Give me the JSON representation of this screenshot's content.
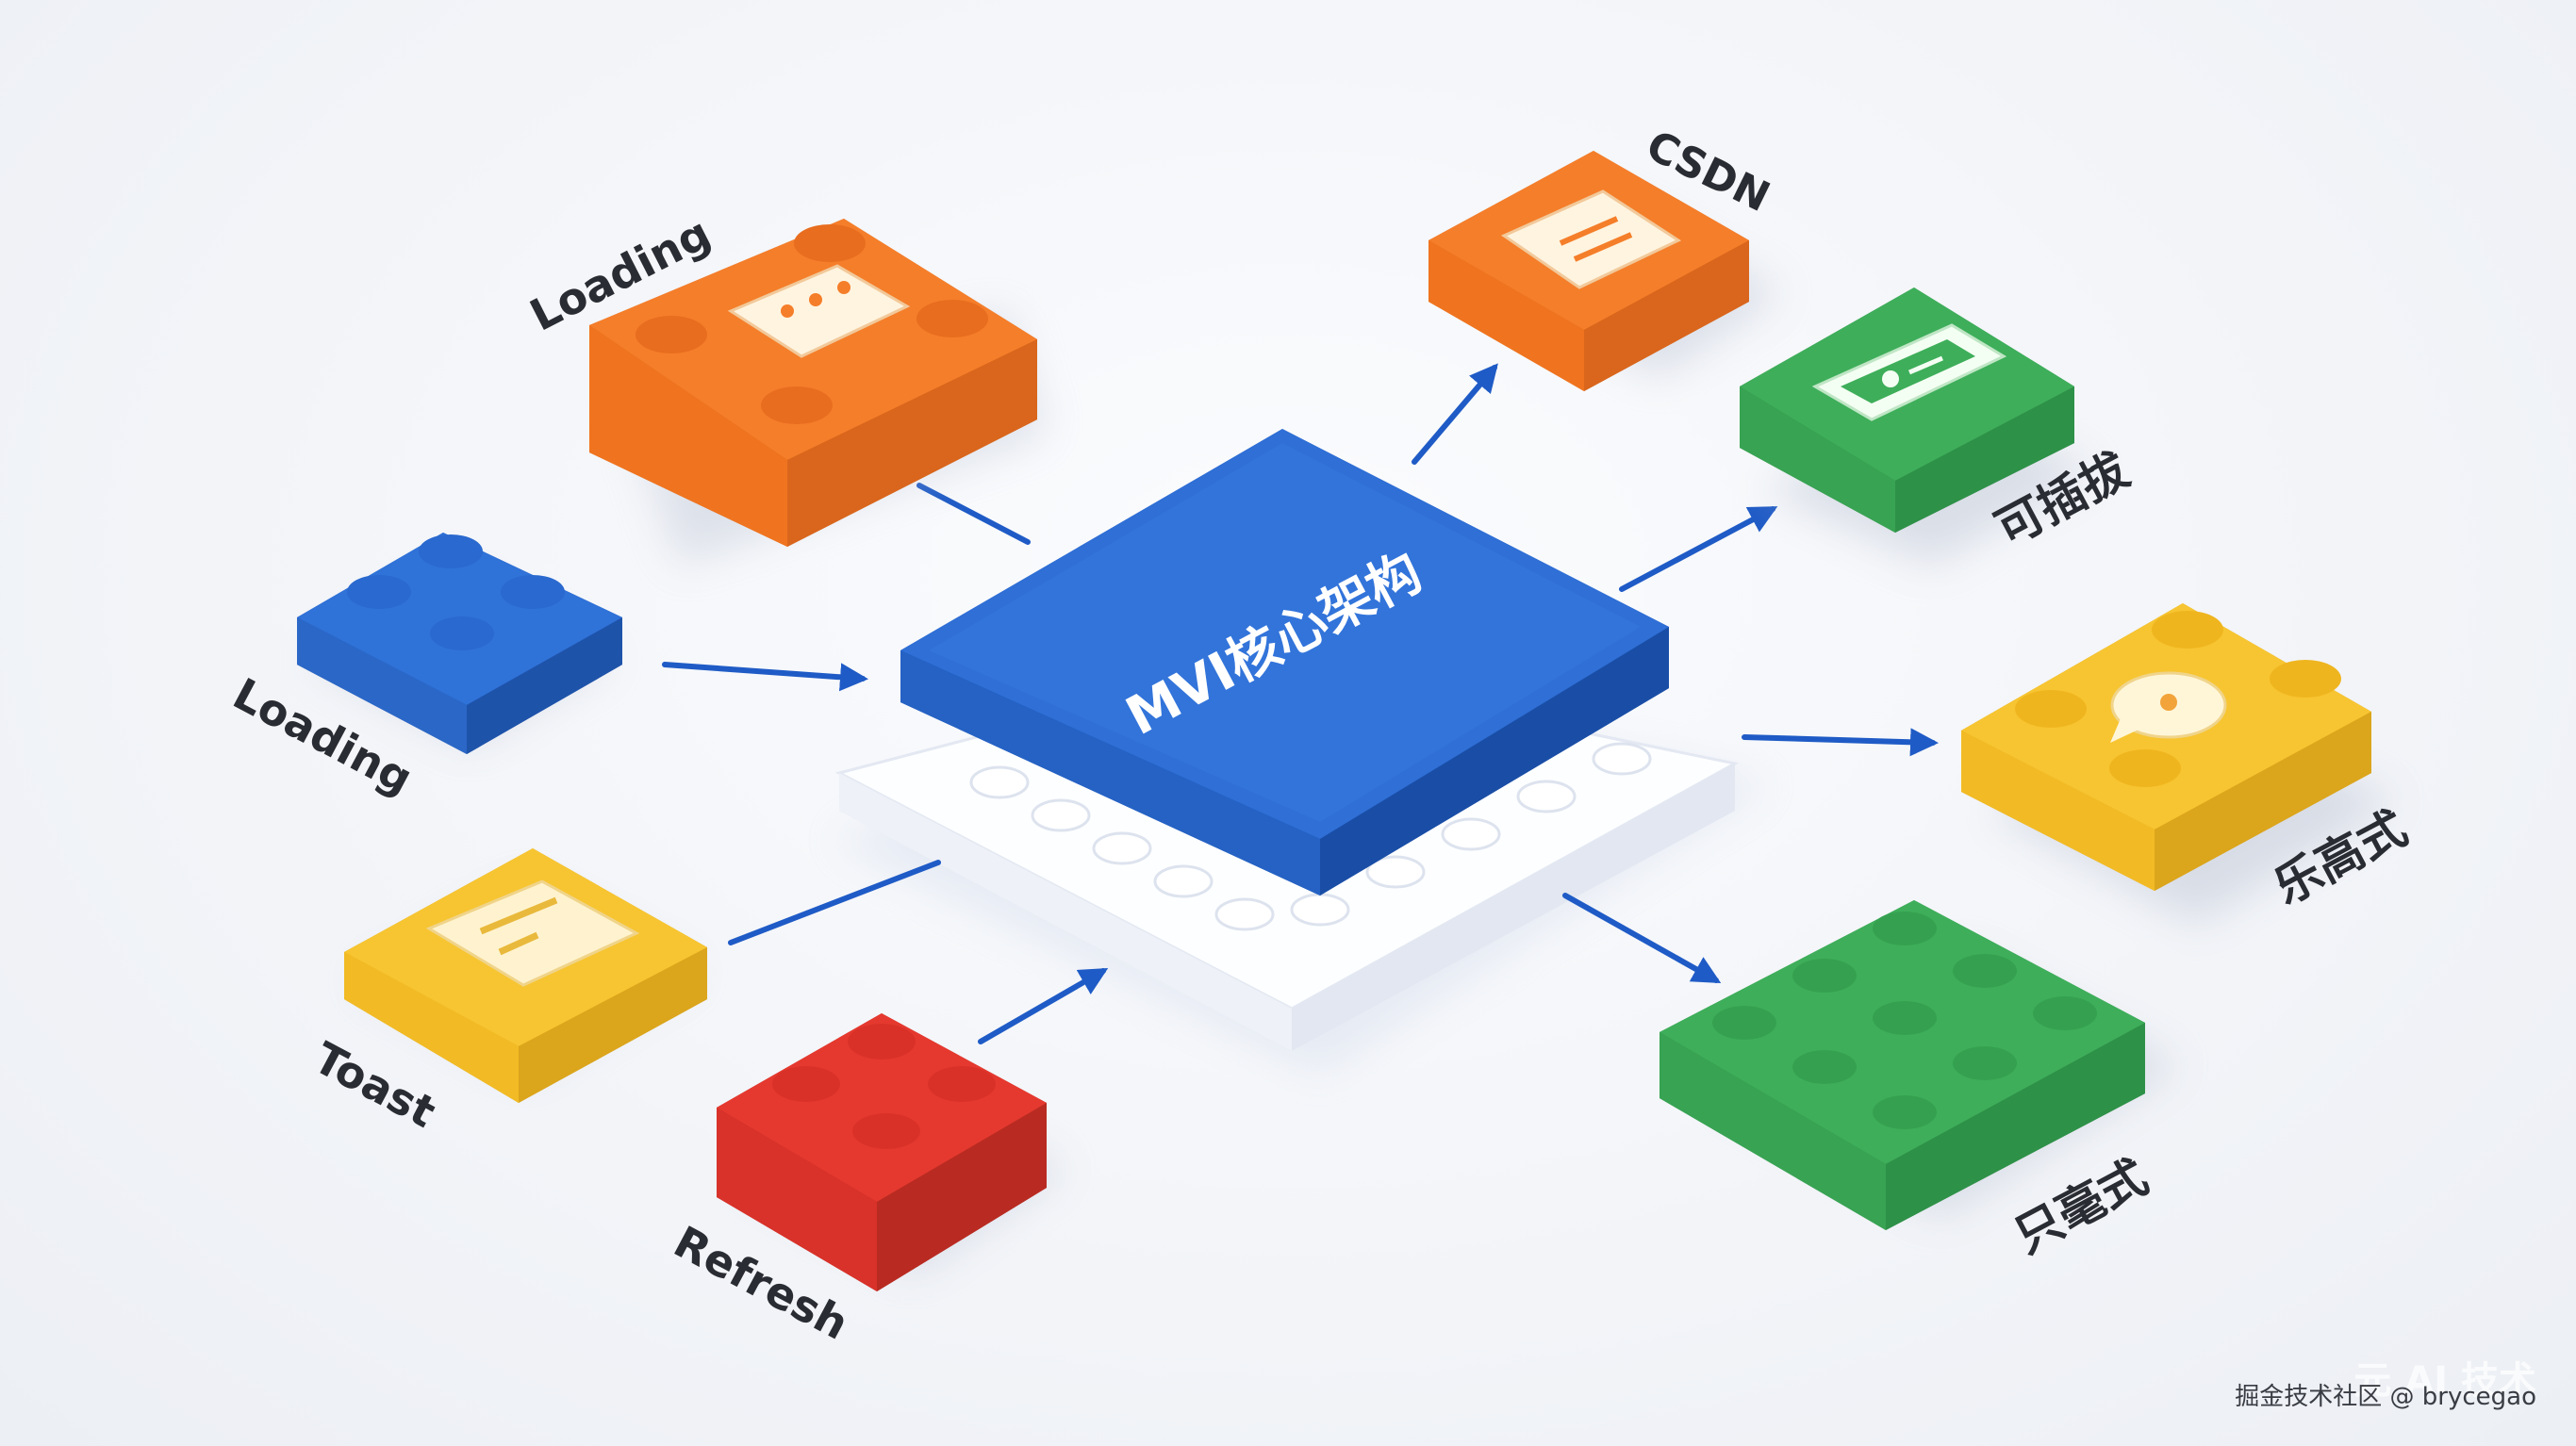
{
  "core": {
    "title": "MVI核心架构"
  },
  "blocks": [
    {
      "id": "loading-top",
      "label": "Loading",
      "color": "#f57e2a",
      "icon": "dots-chat-icon"
    },
    {
      "id": "loading-left",
      "label": "Loading",
      "color": "#2f72d8",
      "icon": "none"
    },
    {
      "id": "toast",
      "label": "Toast",
      "color": "#f7c531",
      "icon": "toast-card-icon"
    },
    {
      "id": "refresh",
      "label": "Refresh",
      "color": "#e5392f",
      "icon": "none"
    },
    {
      "id": "csdn",
      "label": "CSDN",
      "color": "#f57e2a",
      "icon": "document-icon"
    },
    {
      "id": "pluggable",
      "label": "可插拔",
      "color": "#3eae5a",
      "icon": "card-icon"
    },
    {
      "id": "lego",
      "label": "乐高式",
      "color": "#f7c531",
      "icon": "chat-bubble-icon"
    },
    {
      "id": "cheap",
      "label": "只毫式",
      "color": "#3eae5a",
      "icon": "none"
    }
  ],
  "colors": {
    "core_blue": "#2f6fd6",
    "arrow": "#1f5bc6",
    "base": "#ffffff",
    "text": "#2a2c33"
  },
  "watermark": {
    "overlay": "元 AI 技术",
    "credit": "掘金技术社区 @ brycegao"
  }
}
